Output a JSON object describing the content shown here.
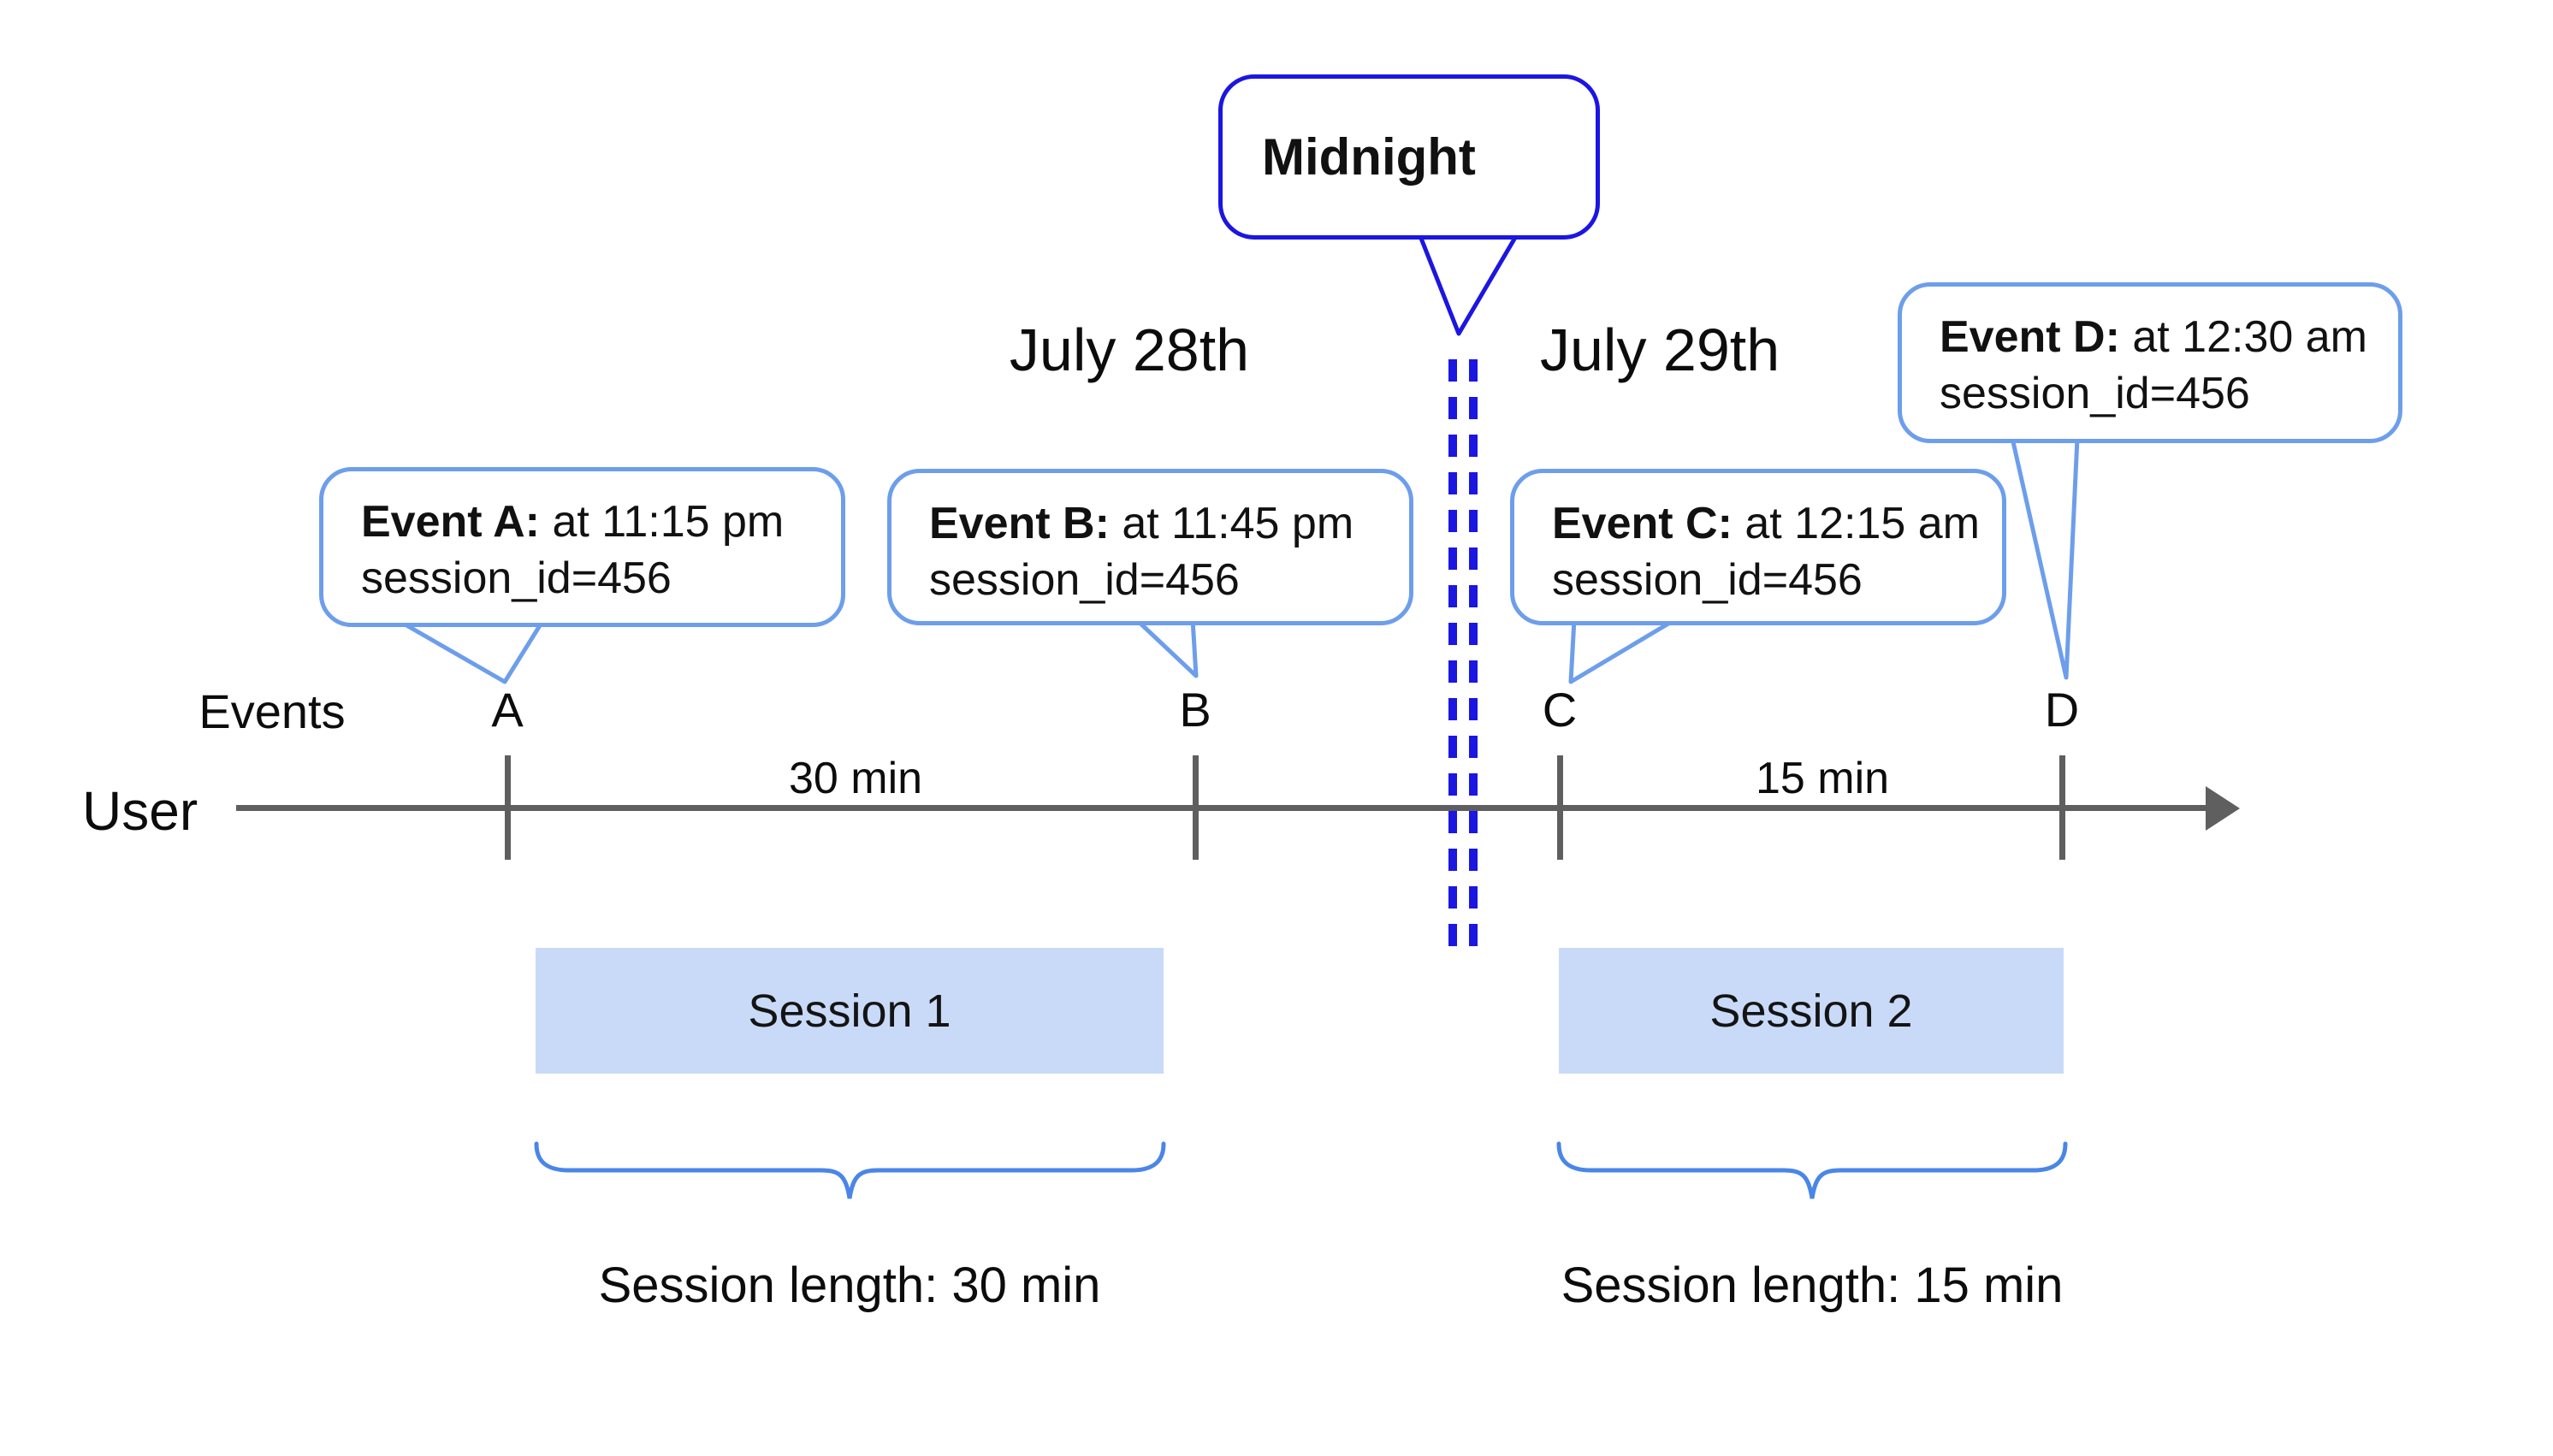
{
  "header": {
    "midnight_label": "Midnight",
    "date_left": "July 28th",
    "date_right": "July 29th"
  },
  "timeline": {
    "events_row_label": "Events",
    "user_row_label": "User",
    "interval_left": "30 min",
    "interval_right": "15 min",
    "ticks": [
      "A",
      "B",
      "C",
      "D"
    ]
  },
  "event_bubbles": [
    {
      "name": "Event A:",
      "time": " at 11:15 pm",
      "session": "session_id=456"
    },
    {
      "name": "Event B:",
      "time": " at 11:45 pm",
      "session": "session_id=456"
    },
    {
      "name": "Event C:",
      "time": " at 12:15 am",
      "session": "session_id=456"
    },
    {
      "name": "Event D:",
      "time": " at 12:30 am",
      "session": "session_id=456"
    }
  ],
  "sessions": [
    {
      "label": "Session 1",
      "length_label": "Session length: 30 min"
    },
    {
      "label": "Session 2",
      "length_label": "Session length: 15 min"
    }
  ],
  "colors": {
    "dark-blue": "#1b16e0",
    "light-blue": "#6d9eeb",
    "brace-blue": "#4a86e8",
    "session-fill": "#c9daf8",
    "axis-gray": "#5f5f5f",
    "text-black": "#111111"
  }
}
